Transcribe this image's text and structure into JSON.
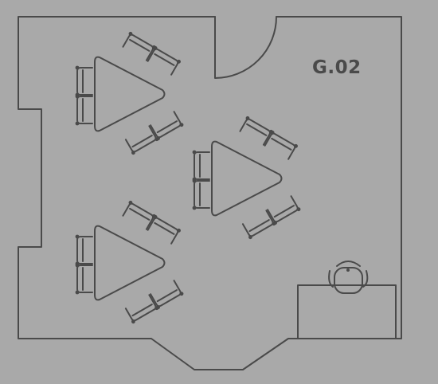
{
  "room": {
    "label": "G.02"
  },
  "colors": {
    "background": "#a9a9a9",
    "ink": "#4a4a4a"
  },
  "icons": [
    "door-swing",
    "triangle-table",
    "chair",
    "office-chair",
    "desk"
  ]
}
